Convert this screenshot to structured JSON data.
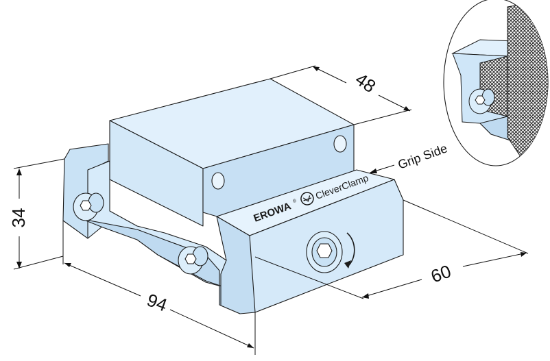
{
  "colors": {
    "metal_light": "#dceefb",
    "metal_mid": "#cde6f8",
    "metal_dark": "#b9d7ef",
    "outline": "#1a1a1a",
    "dimension": "#111111",
    "mesh": "#3a3a3a"
  },
  "dimensions": {
    "depth": "48",
    "height": "34",
    "length": "94",
    "width": "60"
  },
  "labels": {
    "grip_side": "Grip Side"
  },
  "brand": {
    "company": "EROWA",
    "registered_mark": "®",
    "product": "CleverClamp"
  },
  "icons": {
    "rotation": "clockwise-rotation-arrow-icon",
    "logo": "erowa-logo-icon",
    "screws": "hex-socket-screw-icon"
  }
}
